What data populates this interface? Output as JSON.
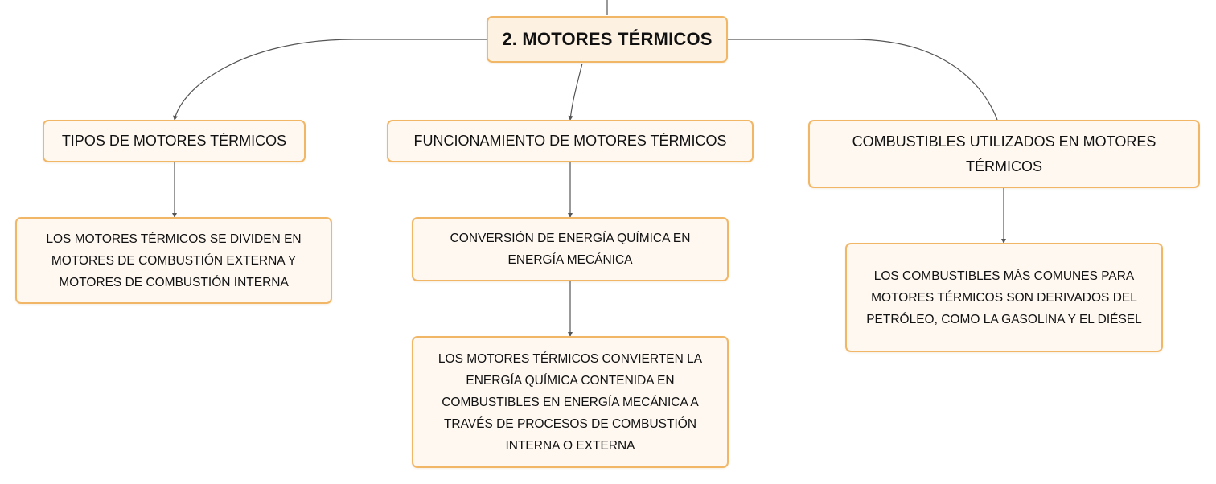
{
  "root": {
    "label": "2. MOTORES TÉRMICOS"
  },
  "branches": [
    {
      "label": "TIPOS DE MOTORES TÉRMICOS",
      "children": [
        "LOS MOTORES TÉRMICOS SE DIVIDEN EN MOTORES DE COMBUSTIÓN EXTERNA Y MOTORES DE COMBUSTIÓN INTERNA"
      ]
    },
    {
      "label": "FUNCIONAMIENTO DE MOTORES TÉRMICOS",
      "children": [
        "CONVERSIÓN DE ENERGÍA QUÍMICA EN ENERGÍA MECÁNICA",
        "LOS MOTORES TÉRMICOS CONVIERTEN LA ENERGÍA QUÍMICA CONTENIDA EN COMBUSTIBLES EN ENERGÍA MECÁNICA A TRAVÉS DE PROCESOS DE COMBUSTIÓN INTERNA O EXTERNA"
      ]
    },
    {
      "label": "COMBUSTIBLES UTILIZADOS EN MOTORES TÉRMICOS",
      "children": [
        "LOS COMBUSTIBLES MÁS COMUNES PARA MOTORES TÉRMICOS SON DERIVADOS DEL PETRÓLEO, COMO LA GASOLINA Y EL DIÉSEL"
      ]
    }
  ],
  "colors": {
    "node_border": "#f2b766",
    "node_fill": "#fef8f1",
    "root_fill": "#fdf1e2",
    "connector": "#555555",
    "text": "#111111"
  }
}
